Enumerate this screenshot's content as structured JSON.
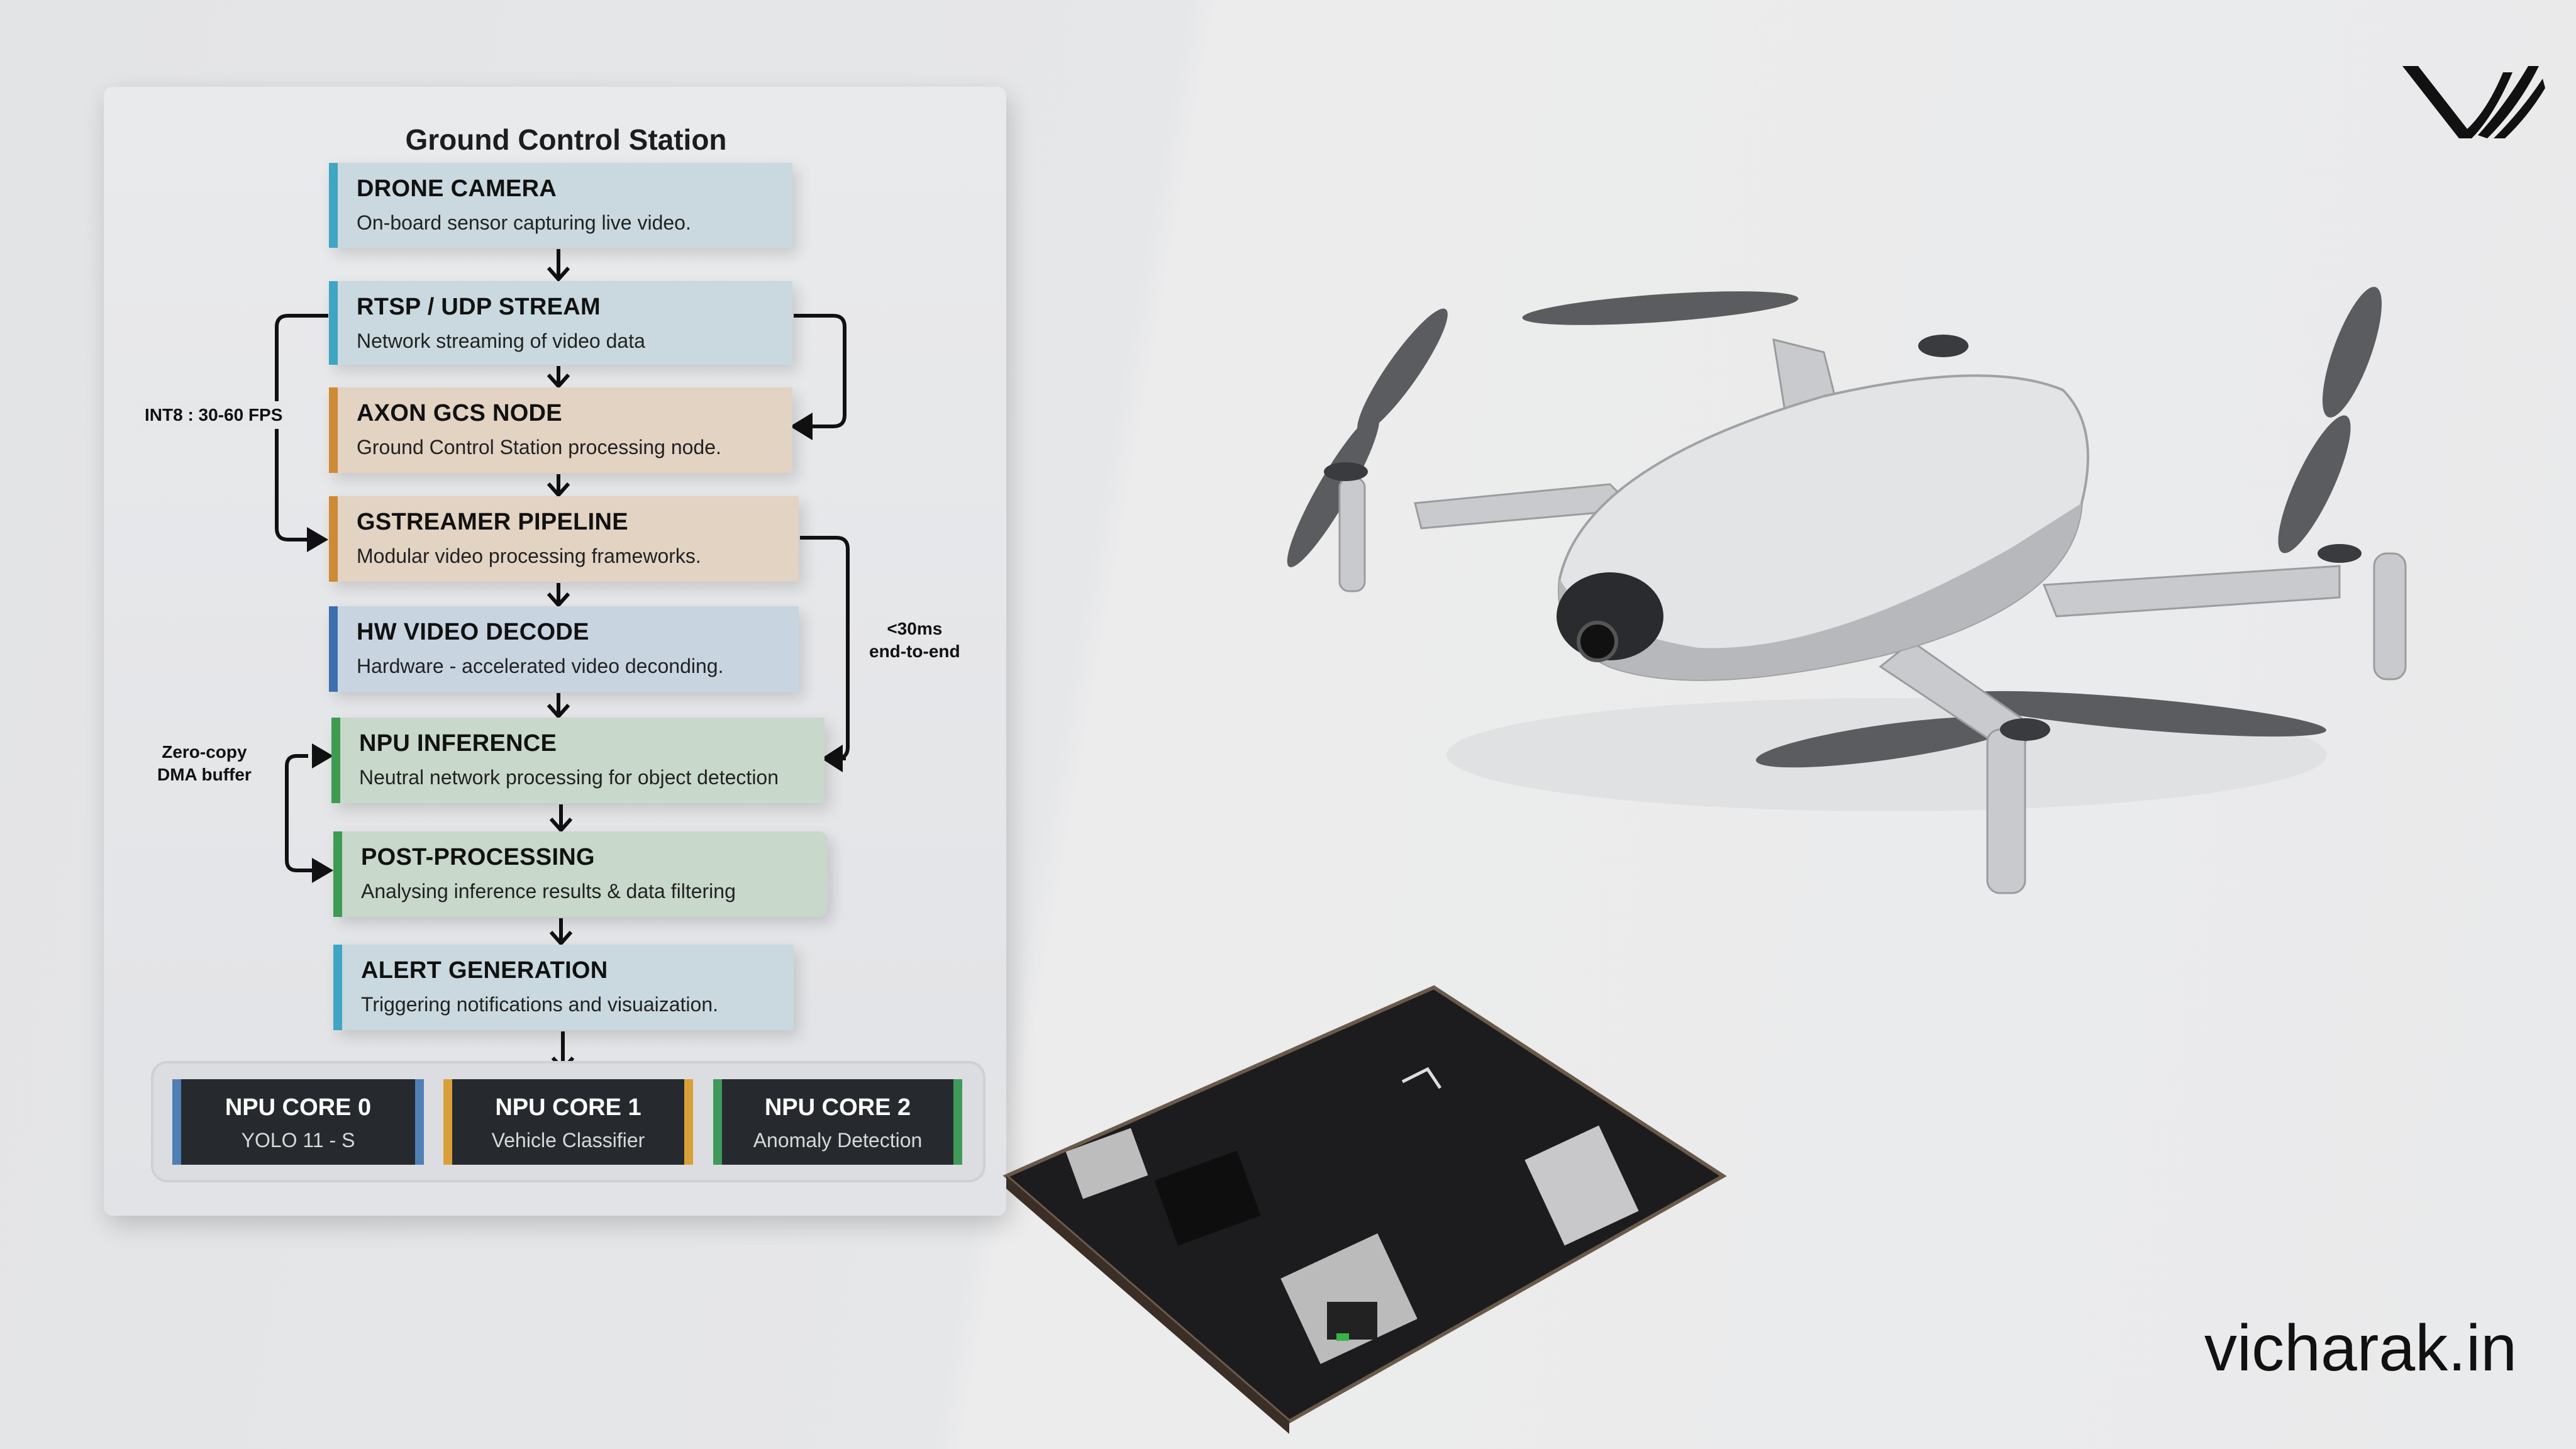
{
  "diagram": {
    "title": "Ground Control Station",
    "stages": [
      {
        "title": "DRONE CAMERA",
        "desc": "On-board sensor capturing live video."
      },
      {
        "title": "RTSP / UDP STREAM",
        "desc": "Network streaming of video data"
      },
      {
        "title": "AXON GCS NODE",
        "desc": "Ground Control Station processing node."
      },
      {
        "title": "GSTREAMER PIPELINE",
        "desc": "Modular video processing frameworks."
      },
      {
        "title": "HW VIDEO DECODE",
        "desc": "Hardware - accelerated video deconding."
      },
      {
        "title": "NPU INFERENCE",
        "desc": "Neutral network processing for object detection"
      },
      {
        "title": "POST-PROCESSING",
        "desc": "Analysing inference results & data filtering"
      },
      {
        "title": "ALERT GENERATION",
        "desc": "Triggering notifications and visuaization."
      }
    ],
    "annotations": {
      "fps": "INT8 : 30-60 FPS",
      "latency_1": "<30ms",
      "latency_2": "end-to-end",
      "dma_1": "Zero-copy",
      "dma_2": "DMA buffer"
    },
    "cores": [
      {
        "name": "NPU CORE 0",
        "model": "YOLO 11 - S",
        "color": "#4f7fb5"
      },
      {
        "name": "NPU CORE 1",
        "model": "Vehicle Classifier",
        "color": "#d9a03a"
      },
      {
        "name": "NPU CORE 2",
        "model": "Anomaly Detection",
        "color": "#3f9a5a"
      }
    ]
  },
  "brand": {
    "site": "vicharak.in",
    "logo_icon": "vicharak-logo-icon"
  }
}
